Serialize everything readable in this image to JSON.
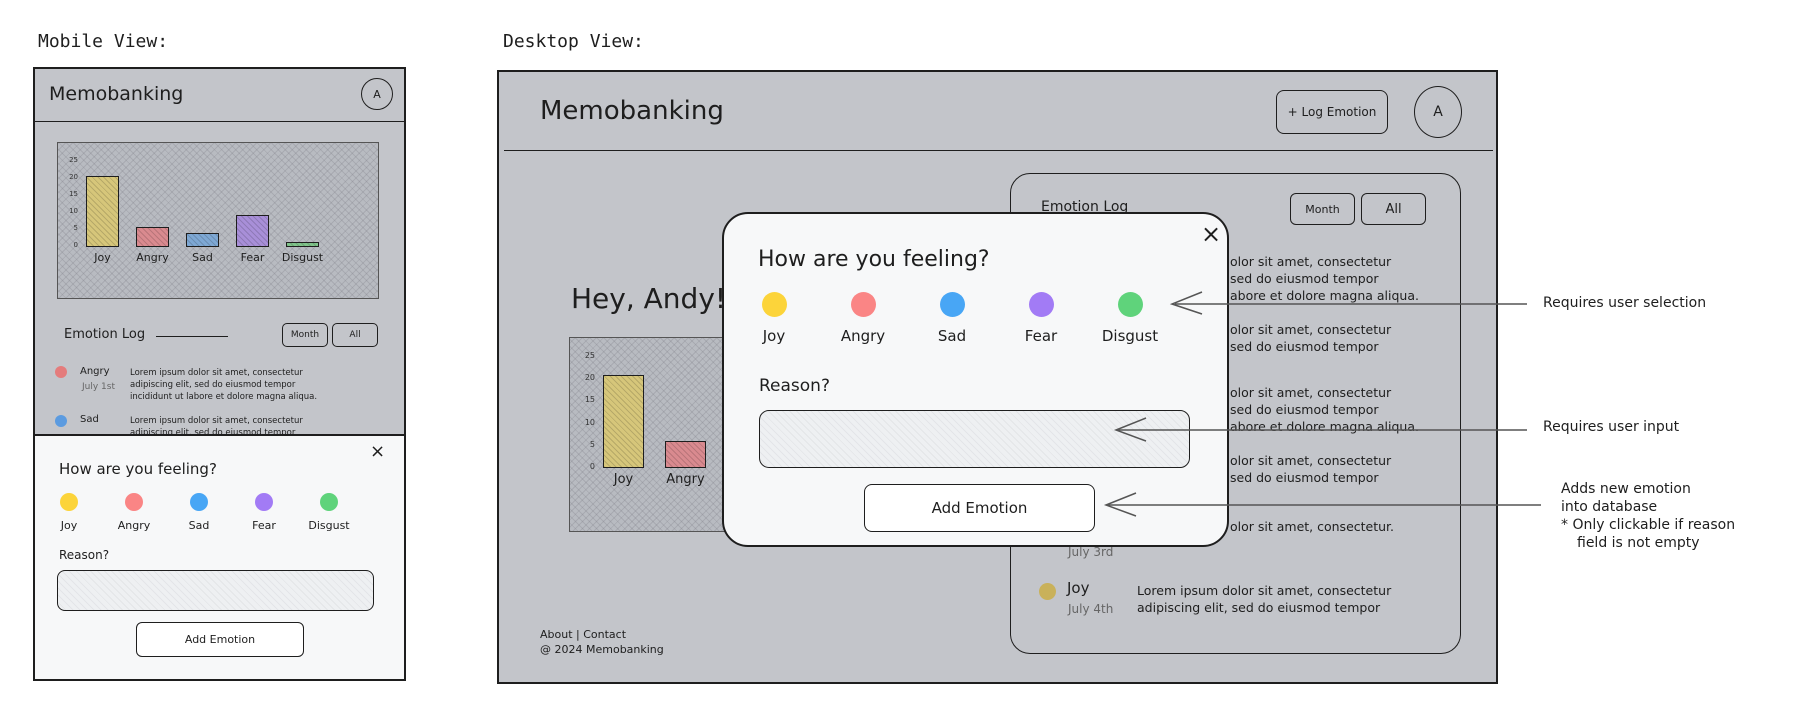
{
  "labels": {
    "mobile": "Mobile View:",
    "desktop": "Desktop View:"
  },
  "app": {
    "name": "Memobanking",
    "avatar_initial": "A"
  },
  "chart_data": {
    "type": "bar",
    "categories": [
      "Joy",
      "Angry",
      "Sad",
      "Fear",
      "Disgust"
    ],
    "values": [
      21,
      6,
      4,
      9.5,
      1.5
    ],
    "yticks": [
      0,
      5,
      10,
      15,
      20,
      25
    ],
    "ylim": [
      0,
      25
    ],
    "colors": [
      "#d6c67a",
      "#d98a8f",
      "#7ea8d4",
      "#a88fd8",
      "#7fc38a"
    ]
  },
  "emotion_log": {
    "title": "Emotion Log",
    "filters": [
      "Month",
      "All"
    ],
    "entries": [
      {
        "emotion": "Angry",
        "date": "July 1st",
        "color": "#e47c7c",
        "text_lines": [
          "Lorem ipsum dolor sit amet, consectetur",
          "adipiscing elit, sed do eiusmod tempor",
          "incididunt ut labore et dolore magna aliqua."
        ]
      },
      {
        "emotion": "Sad",
        "date": "",
        "color": "#5b9be0",
        "text_lines": [
          "Lorem ipsum dolor sit amet, consectetur",
          "adipiscing elit, sed do eiusmod tempor"
        ]
      }
    ]
  },
  "modal": {
    "title": "How are you feeling?",
    "emotions": [
      {
        "name": "Joy",
        "color": "#fcd43a"
      },
      {
        "name": "Angry",
        "color": "#fa8585"
      },
      {
        "name": "Sad",
        "color": "#48a6f5"
      },
      {
        "name": "Fear",
        "color": "#a27bf5"
      },
      {
        "name": "Disgust",
        "color": "#5fd37b"
      }
    ],
    "reason_label": "Reason?",
    "reason_value": "",
    "submit_label": "Add Emotion",
    "close_glyph": "×"
  },
  "desktop": {
    "log_button": "+ Log Emotion",
    "greeting": "Hey, Andy!",
    "log_partial_title": "Emotion Log",
    "filters": [
      "Month",
      "All"
    ],
    "partial_lines": [
      "olor sit amet, consectetur",
      "sed do eiusmod tempor",
      "abore et dolore magna aliqua.",
      "olor sit amet, consectetur",
      "sed do eiusmod tempor",
      "olor sit amet, consectetur",
      "sed do eiusmod tempor",
      "abore et dolore magna aliqua.",
      "olor sit amet, consectetur",
      "sed do eiusmod tempor",
      "olor sit amet, consectetur."
    ],
    "partial_date": "July 3rd",
    "last_entry": {
      "emotion": "Joy",
      "date": "July 4th",
      "color": "#c9b15a",
      "text_lines": [
        "Lorem ipsum dolor sit amet, consectetur",
        "adipiscing elit, sed do eiusmod tempor"
      ]
    },
    "footer_links": "About | Contact",
    "footer_copy": "@ 2024 Memobanking"
  },
  "annotations": {
    "selection": "Requires user selection",
    "input": "Requires user input",
    "add_lines": [
      "Adds new emotion",
      "into database",
      "* Only clickable if reason",
      "field is not empty"
    ]
  }
}
